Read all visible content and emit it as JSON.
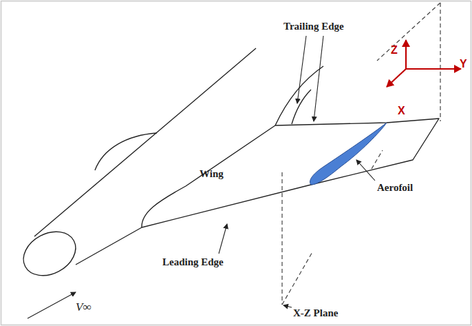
{
  "diagram": {
    "labels": [
      "Trailing Edge",
      "Z",
      "Y",
      "X",
      "Wing",
      "Aerofoil",
      "Leading Edge",
      "X-Z Plane",
      "V∞"
    ]
  }
}
